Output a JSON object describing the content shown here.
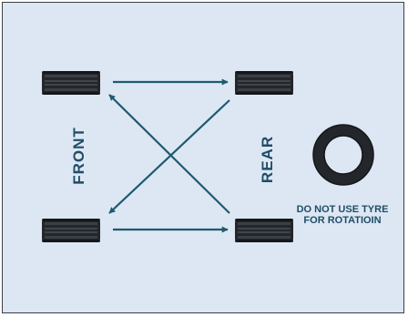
{
  "labels": {
    "front": "FRONT",
    "rear": "REAR"
  },
  "note": {
    "line1": "DO NOT USE TYRE",
    "line2": "FOR ROTATIOIN"
  },
  "colors": {
    "background": "#dde7f3",
    "border": "#3c3f44",
    "arrow": "#1e5a70",
    "tyre": "#23262a",
    "label": "#1f4d67"
  },
  "icons": {
    "tyre_side": "tyre-tread-icon",
    "spare": "tyre-ring-icon"
  }
}
